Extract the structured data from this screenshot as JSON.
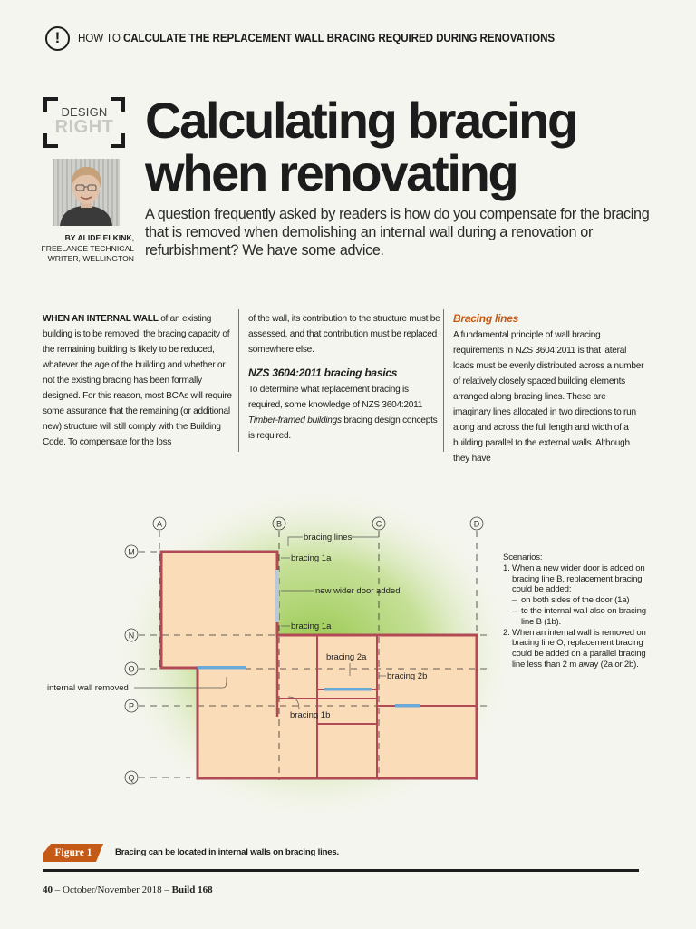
{
  "header": {
    "how_to": "HOW TO",
    "topic": "CALCULATE THE REPLACEMENT WALL BRACING REQUIRED DURING RENOVATIONS"
  },
  "badge": {
    "line1": "DESIGN",
    "line2": "RIGHT"
  },
  "author": {
    "name": "BY ALIDE ELKINK,",
    "role1": "FREELANCE TECHNICAL",
    "role2": "WRITER, WELLINGTON"
  },
  "article": {
    "title_line1": "Calculating bracing",
    "title_line2": "when renovating",
    "standfirst": "A question frequently asked by readers is how do you compensate for the bracing that is removed when demolishing an internal wall during a renovation or refurbishment? We have some advice."
  },
  "col1": {
    "lead": "WHEN AN INTERNAL WALL",
    "text": " of an existing building is to be removed, the bracing capacity of the remaining building is likely to be reduced, whatever the age of the building and whether or not the existing bracing has been formally designed. For this reason, most BCAs will require some assurance that the remaining (or additional new) structure will still comply with the Building Code. To compensate for the loss"
  },
  "col2": {
    "text1": "of the wall, its contribution to the structure must be assessed, and that contribution must be replaced somewhere else.",
    "subhead": "NZS 3604:2011 bracing basics",
    "text2a": "To determine what replacement bracing is required, some knowledge of NZS 3604:2011 ",
    "text2b": "Timber-framed buildings",
    "text2c": " bracing design concepts is required."
  },
  "col3": {
    "subhead": "Bracing lines",
    "text": "A fundamental principle of wall bracing requirements in NZS 3604:2011 is that lateral loads must be evenly distributed across a number of relatively closely spaced building elements arranged along bracing lines. These are imaginary lines allocated in two directions to run along and across the full length and width of a building parallel to the external walls. Although they have"
  },
  "diagram": {
    "grid_cols": [
      "A",
      "B",
      "C",
      "D"
    ],
    "grid_rows": [
      "M",
      "N",
      "O",
      "P",
      "Q"
    ],
    "labels": {
      "bracing_lines": "bracing lines",
      "bracing_1a_top": "bracing 1a",
      "new_door": "new wider door added",
      "bracing_1a_bottom": "bracing 1a",
      "bracing_2a": "bracing 2a",
      "bracing_2b": "bracing 2b",
      "bracing_1b": "bracing 1b",
      "internal_wall_removed": "internal wall removed"
    },
    "colors": {
      "floor": "#fbdcb8",
      "wall": "#b04a55",
      "new_bracing": "#6aa9d8",
      "glow": "#8fc43f"
    }
  },
  "scenarios": {
    "title": "Scenarios:",
    "item1_num": "1.",
    "item1": "When a new wider door is added on bracing line B, replacement bracing could be added:",
    "item1_sub1": "on both sides of the door (1a)",
    "item1_sub2": "to the internal wall also on bracing line B (1b).",
    "item2_num": "2.",
    "item2": "When an internal wall is removed on bracing line O, replacement bracing could be added on a parallel bracing line less than 2 m away (2a or 2b).",
    "dash": "–"
  },
  "figure": {
    "tag": "Figure 1",
    "caption": "Bracing can be located in internal walls on bracing lines."
  },
  "footer": {
    "page": "40",
    "date": " – October/November 2018 – ",
    "mag": "Build 168"
  }
}
